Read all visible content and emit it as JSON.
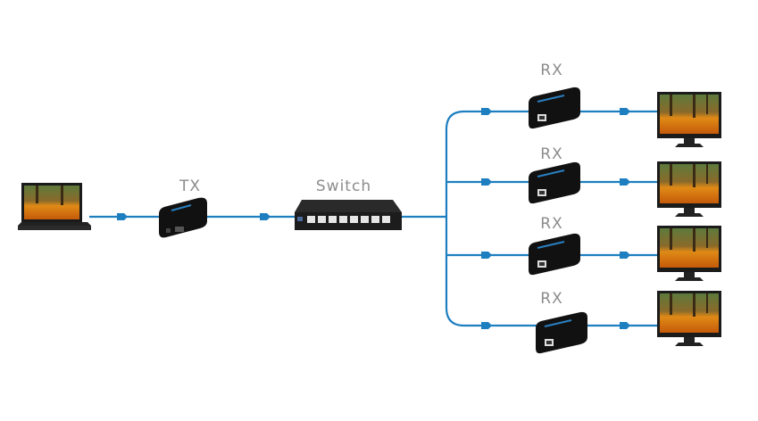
{
  "diagram": {
    "title": "HDMI Extender over IP network topology",
    "colors": {
      "line": "#1e7fc0",
      "arrow": "#1e7fc0",
      "label": "#8c8c8c",
      "device": "#1a1a1a"
    },
    "nodes": {
      "source": {
        "label": "",
        "type": "laptop"
      },
      "tx": {
        "label": "TX",
        "type": "transmitter"
      },
      "switch": {
        "label": "Switch",
        "type": "network-switch"
      },
      "receivers": [
        {
          "label": "RX",
          "type": "receiver"
        },
        {
          "label": "RX",
          "type": "receiver"
        },
        {
          "label": "RX",
          "type": "receiver"
        },
        {
          "label": "RX",
          "type": "receiver"
        }
      ],
      "displays": [
        {
          "type": "monitor"
        },
        {
          "type": "monitor"
        },
        {
          "type": "monitor"
        },
        {
          "type": "monitor"
        }
      ]
    },
    "edges": [
      [
        "source",
        "tx"
      ],
      [
        "tx",
        "switch"
      ],
      [
        "switch",
        "rx1"
      ],
      [
        "switch",
        "rx2"
      ],
      [
        "switch",
        "rx3"
      ],
      [
        "switch",
        "rx4"
      ],
      [
        "rx1",
        "display1"
      ],
      [
        "rx2",
        "display2"
      ],
      [
        "rx3",
        "display3"
      ],
      [
        "rx4",
        "display4"
      ]
    ]
  }
}
